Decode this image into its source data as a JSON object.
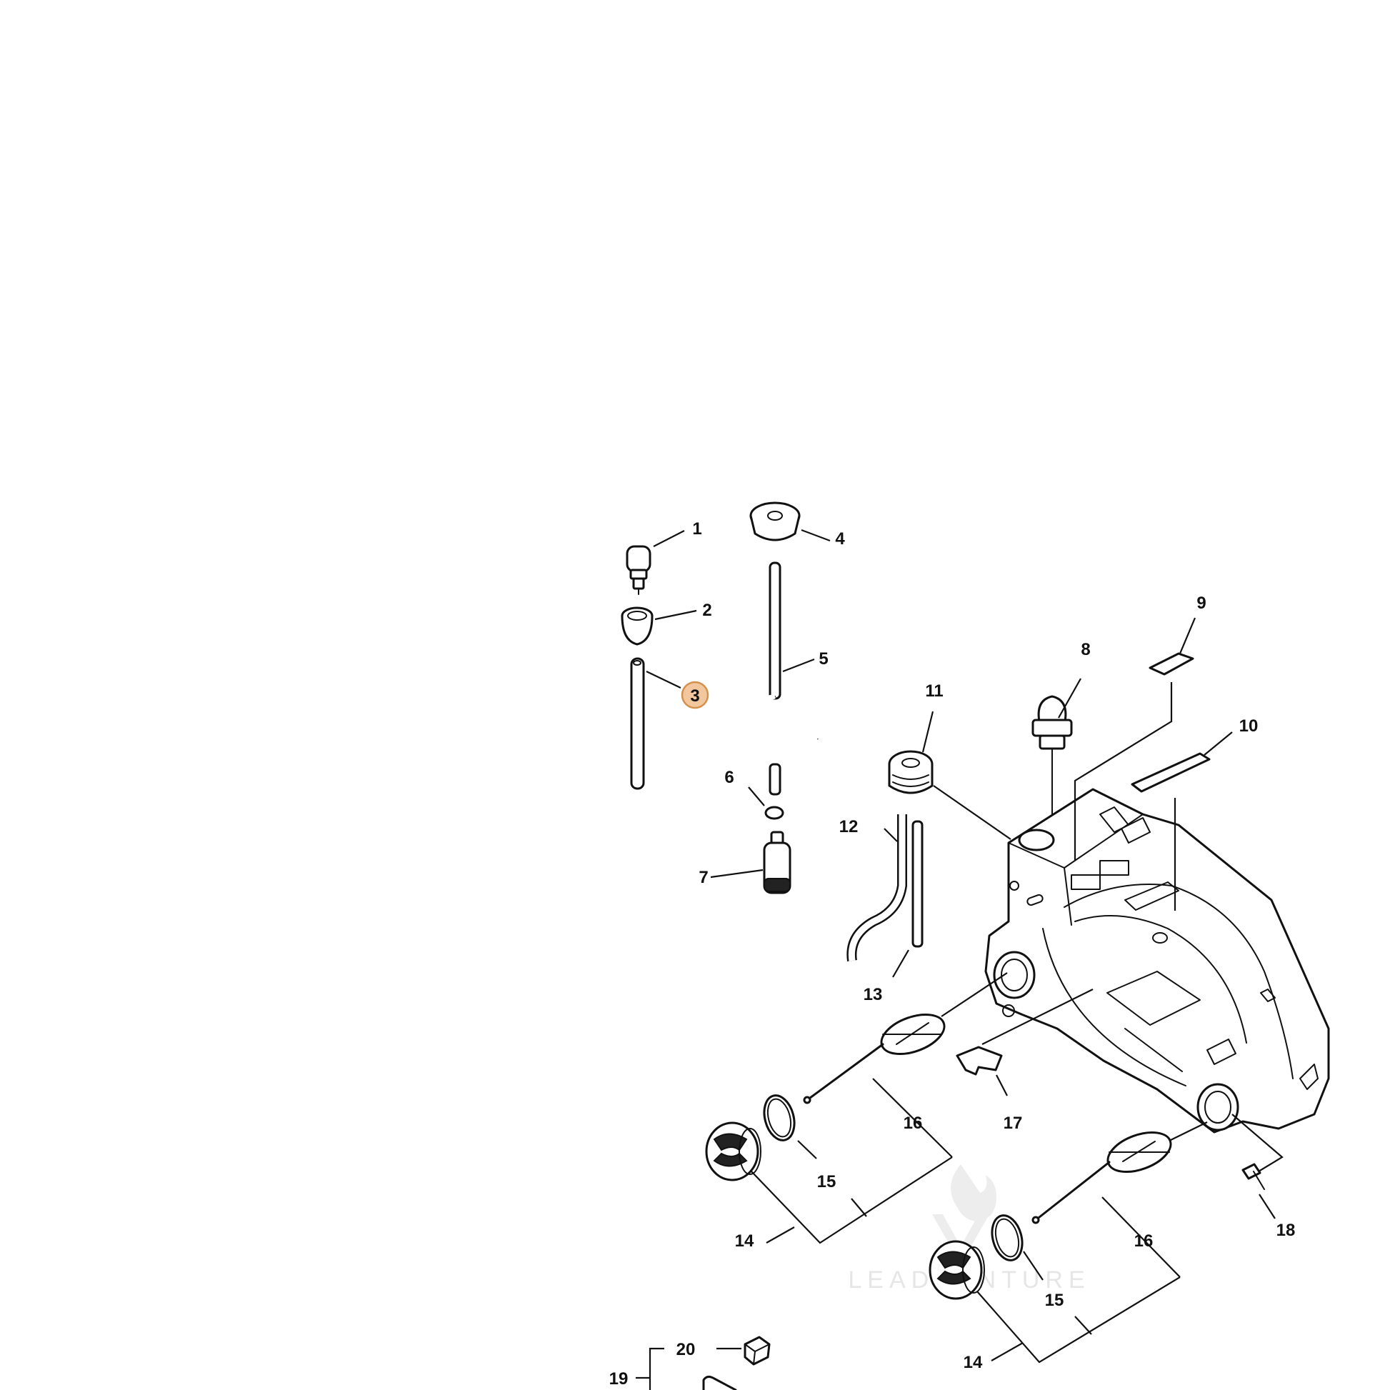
{
  "diagram": {
    "highlight_fill": "#f2c79e",
    "highlight_stroke": "#d4914e",
    "callouts": [
      {
        "id": "c1",
        "label": "1"
      },
      {
        "id": "c2",
        "label": "2"
      },
      {
        "id": "c3",
        "label": "3",
        "highlighted": true
      },
      {
        "id": "c4",
        "label": "4"
      },
      {
        "id": "c5",
        "label": "5"
      },
      {
        "id": "c6",
        "label": "6"
      },
      {
        "id": "c7",
        "label": "7"
      },
      {
        "id": "c8",
        "label": "8"
      },
      {
        "id": "c9",
        "label": "9"
      },
      {
        "id": "c10",
        "label": "10"
      },
      {
        "id": "c11",
        "label": "11"
      },
      {
        "id": "c12",
        "label": "12"
      },
      {
        "id": "c13",
        "label": "13"
      },
      {
        "id": "c14a",
        "label": "14"
      },
      {
        "id": "c15a",
        "label": "15"
      },
      {
        "id": "c16a",
        "label": "16"
      },
      {
        "id": "c17",
        "label": "17"
      },
      {
        "id": "c18",
        "label": "18"
      },
      {
        "id": "c16b",
        "label": "16"
      },
      {
        "id": "c15b",
        "label": "15"
      },
      {
        "id": "c14b",
        "label": "14"
      },
      {
        "id": "c19",
        "label": "19"
      },
      {
        "id": "c20",
        "label": "20"
      }
    ],
    "watermark": {
      "text": "LEADVENTURE"
    }
  }
}
